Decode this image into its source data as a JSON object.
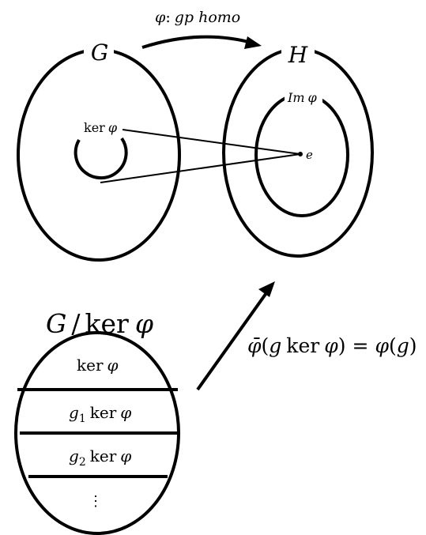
{
  "top": {
    "arrow_label_phi": "φ",
    "arrow_label_colon": ":",
    "arrow_label_text": "gp homo",
    "group_g": "G",
    "group_h": "H",
    "kernel_label": "ker",
    "kernel_phi": "φ",
    "image_label_im": "Im",
    "image_label_phi": "φ",
    "identity_label": "e"
  },
  "quotient": {
    "title_g": "G",
    "title_slash": "/",
    "title_ker": "ker",
    "title_phi": "φ",
    "rows": [
      {
        "prefix": "",
        "sub": "",
        "ker": "ker",
        "phi": "φ"
      },
      {
        "prefix": "g",
        "sub": "1",
        "ker": "ker",
        "phi": "φ"
      },
      {
        "prefix": "g",
        "sub": "2",
        "ker": "ker",
        "phi": "φ"
      }
    ],
    "ellipsis": "⋮"
  },
  "induced_map": {
    "phibar": "φ̄",
    "lparen1": "(",
    "g1": "g",
    "ker": "ker",
    "phi1": "φ",
    "rparen1": ")",
    "equals": "=",
    "phi2": "φ",
    "lparen2": "(",
    "g2": "g",
    "rparen2": ")"
  },
  "colors": {
    "stroke": "#000000",
    "background": "#ffffff"
  }
}
